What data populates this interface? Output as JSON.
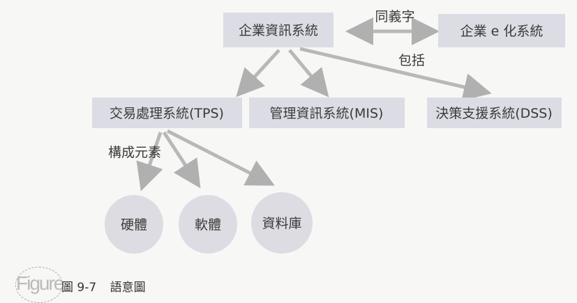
{
  "nodes": {
    "eis": "企業資訊系統",
    "ebiz": "企業 e 化系統",
    "tps": "交易處理系統(TPS)",
    "mis": "管理資訊系統(MIS)",
    "dss": "決策支援系統(DSS)",
    "hardware": "硬體",
    "software": "軟體",
    "database": "資料庫"
  },
  "edges": {
    "synonym": "同義字",
    "includes": "包括",
    "components": "構成元素"
  },
  "caption": {
    "logo": "Figure",
    "number": "圖 9-7",
    "title": "語意圖"
  },
  "colors": {
    "box": "#dcdce4",
    "arrow": "#b5b5b5"
  }
}
